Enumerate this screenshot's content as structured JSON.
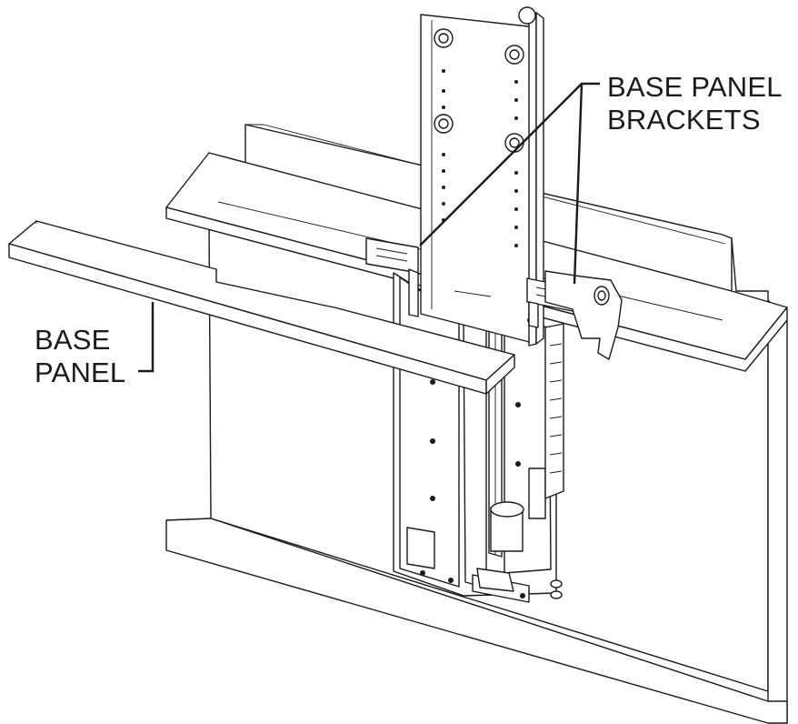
{
  "labels": {
    "brackets_line1": "BASE PANEL",
    "brackets_line2": "BRACKETS",
    "panel_line1": "BASE",
    "panel_line2": "PANEL"
  },
  "colors": {
    "line": "#1a1a1a",
    "background": "#ffffff"
  }
}
